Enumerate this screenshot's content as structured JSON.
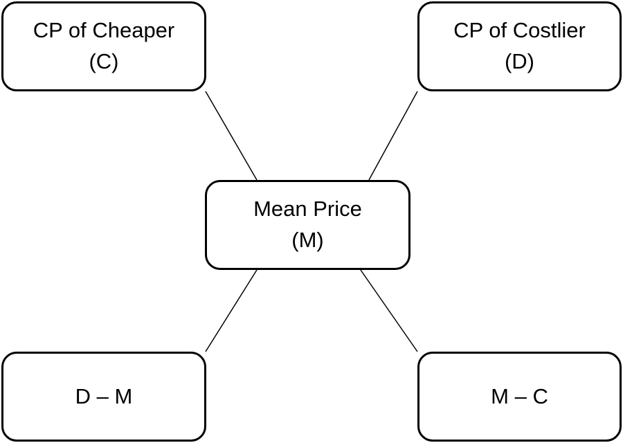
{
  "nodes": {
    "cheaper": {
      "label": "CP of Cheaper",
      "symbol": "(C)"
    },
    "costlier": {
      "label": "CP of Costlier",
      "symbol": "(D)"
    },
    "mean": {
      "label": "Mean Price",
      "symbol": "(M)"
    },
    "ratio_cheaper": {
      "label": "D – M"
    },
    "ratio_costlier": {
      "label": "M – C"
    }
  },
  "colors": {
    "stroke": "#000000",
    "fill": "#ffffff",
    "text": "#000000"
  }
}
